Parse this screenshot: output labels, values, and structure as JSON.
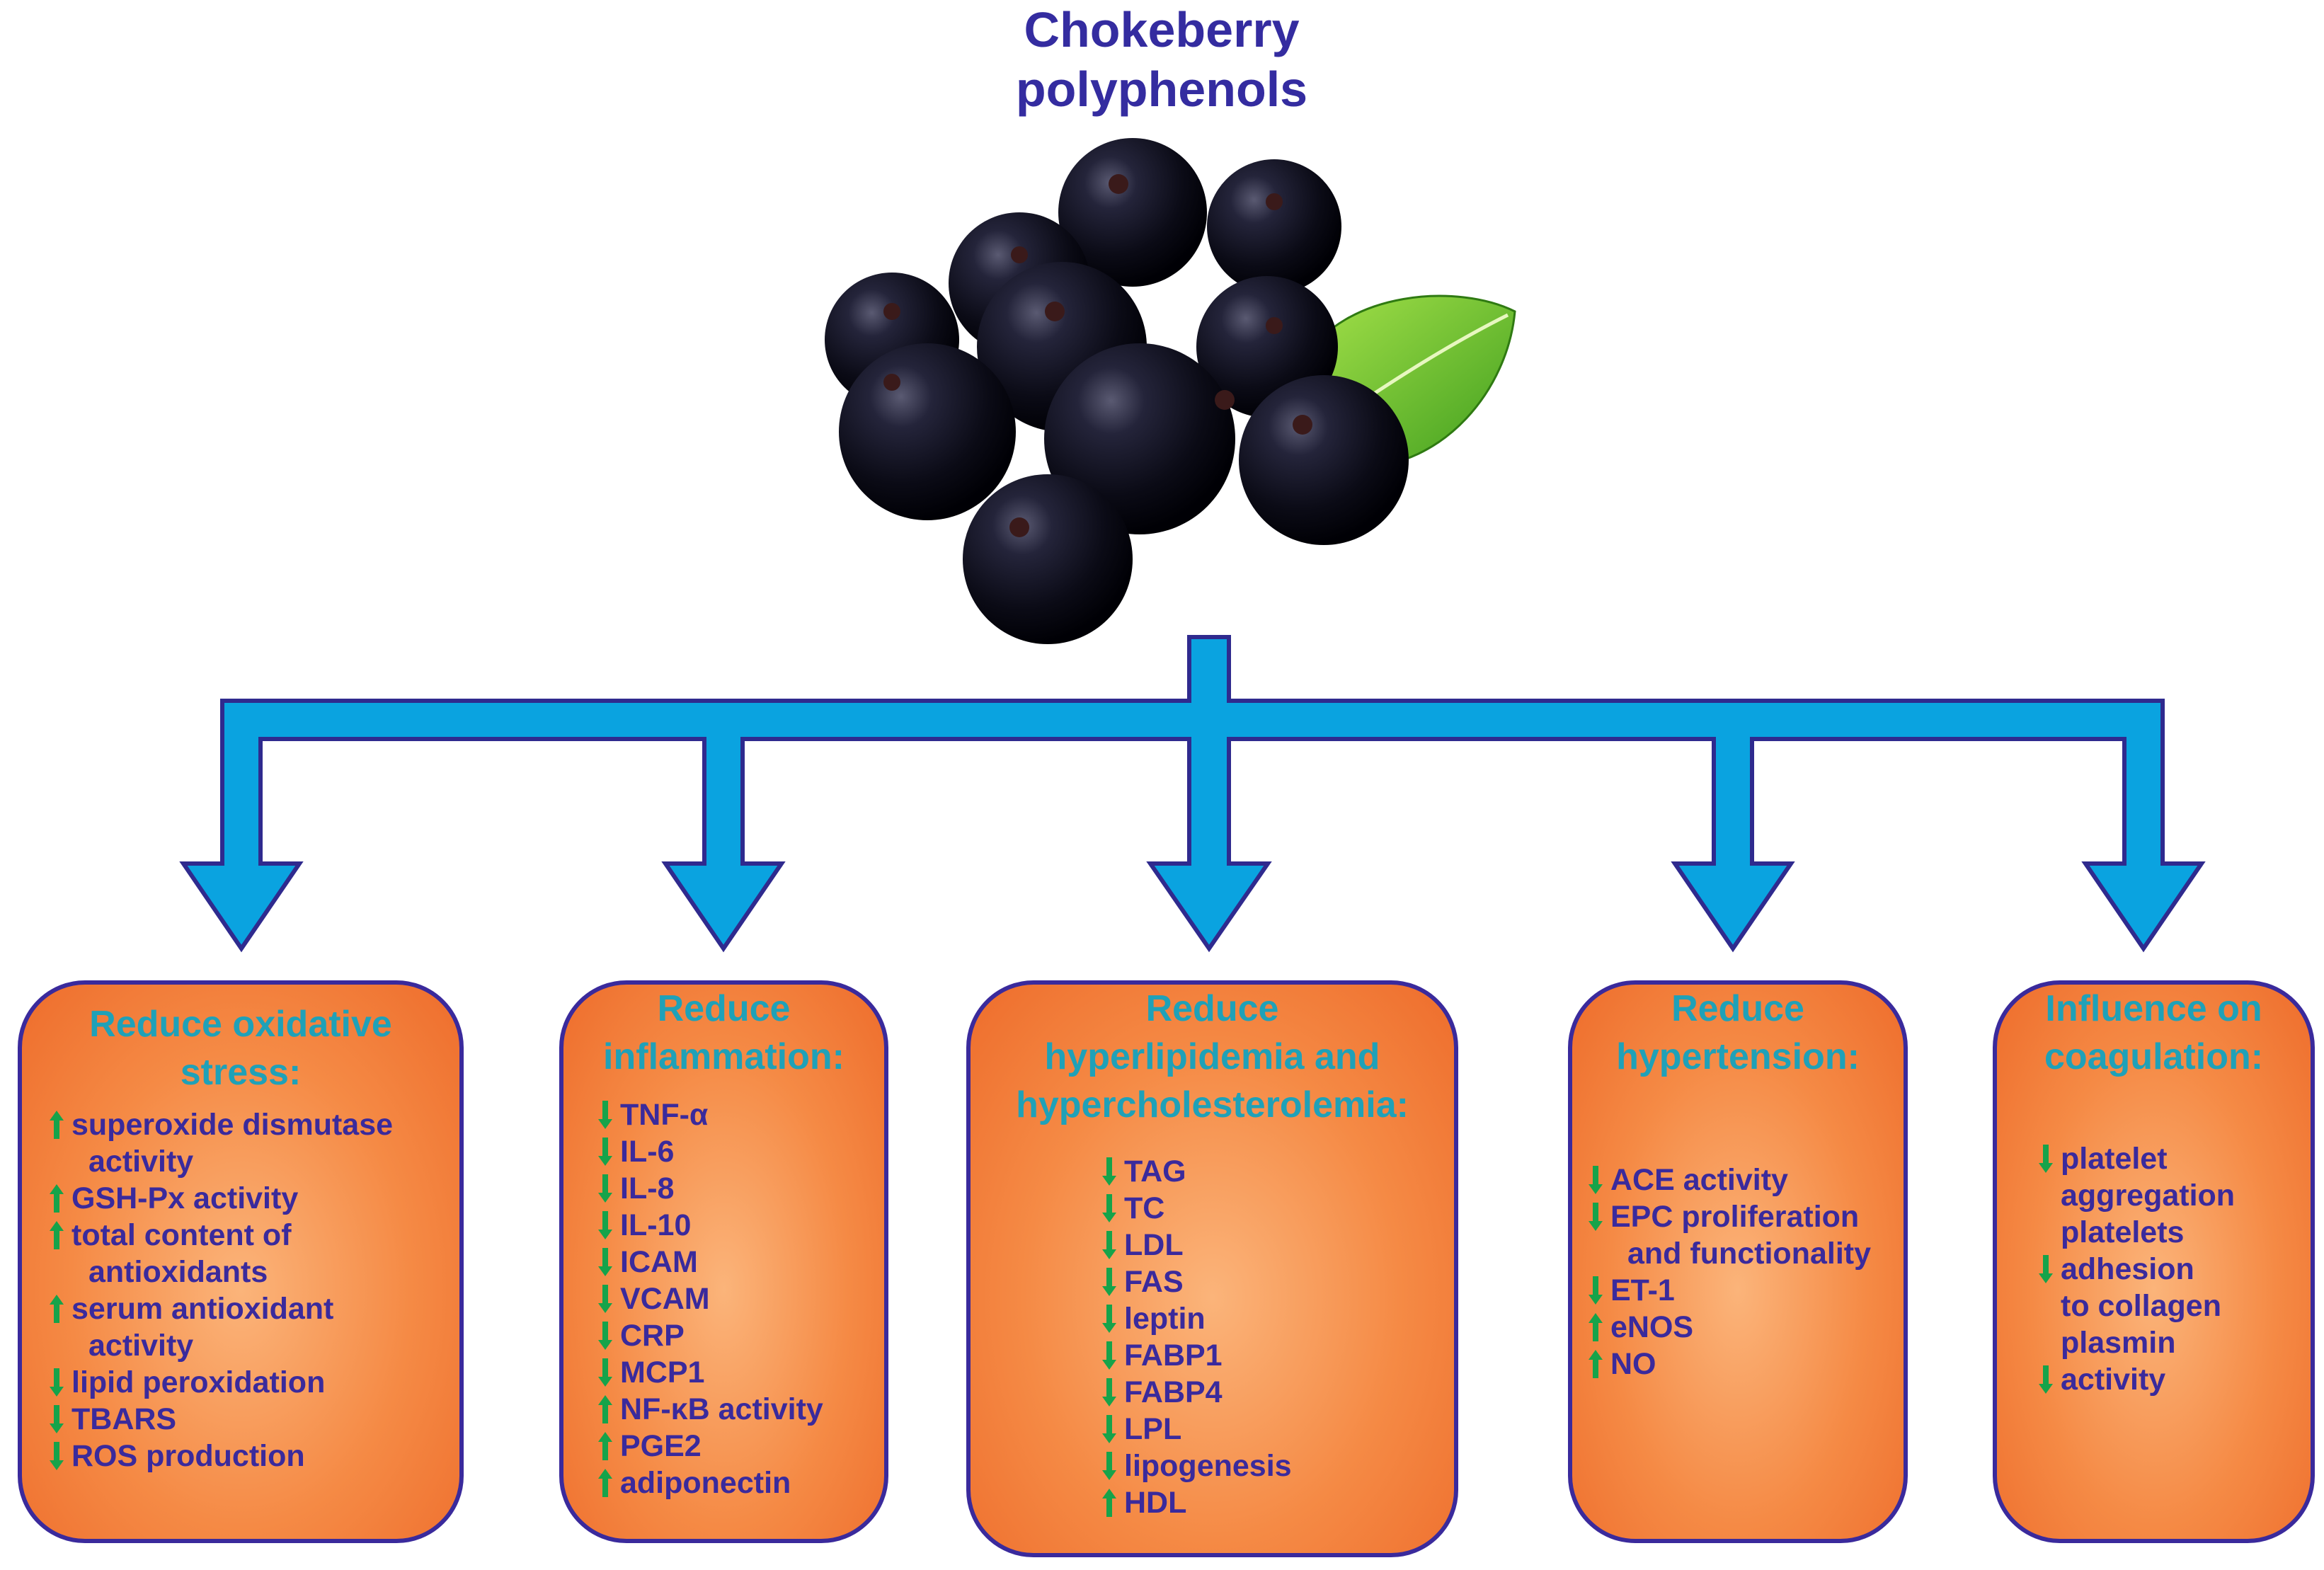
{
  "title": {
    "line1": "Chokeberry",
    "line2": "polyphenols"
  },
  "colors": {
    "title": "#342ca0",
    "box_title": "#1fa1b8",
    "item_text": "#3a2a9c",
    "arrow_fill": "#0aa3e0",
    "arrow_stroke": "#2f2a8e",
    "box_border": "#3a2a9c",
    "box_fill": "#f58a45",
    "indicator": "#16a34a"
  },
  "boxes": [
    {
      "title": [
        "Reduce oxidative",
        "stress:"
      ],
      "items": [
        {
          "dir": "up",
          "lines": [
            "superoxide dismutase",
            "activity"
          ]
        },
        {
          "dir": "up",
          "lines": [
            "GSH-Px activity"
          ]
        },
        {
          "dir": "up",
          "lines": [
            "total content of",
            "antioxidants"
          ]
        },
        {
          "dir": "up",
          "lines": [
            "serum antioxidant",
            "activity"
          ]
        },
        {
          "dir": "down",
          "lines": [
            "lipid peroxidation"
          ]
        },
        {
          "dir": "down",
          "lines": [
            "TBARS"
          ]
        },
        {
          "dir": "down",
          "lines": [
            "ROS production"
          ]
        }
      ]
    },
    {
      "title": [
        "Reduce",
        "inflammation:"
      ],
      "items": [
        {
          "dir": "down",
          "lines": [
            "TNF-α"
          ]
        },
        {
          "dir": "down",
          "lines": [
            "IL-6"
          ]
        },
        {
          "dir": "down",
          "lines": [
            "IL-8"
          ]
        },
        {
          "dir": "down",
          "lines": [
            "IL-10"
          ]
        },
        {
          "dir": "down",
          "lines": [
            "ICAM"
          ]
        },
        {
          "dir": "down",
          "lines": [
            "VCAM"
          ]
        },
        {
          "dir": "down",
          "lines": [
            "CRP"
          ]
        },
        {
          "dir": "down",
          "lines": [
            "MCP1"
          ]
        },
        {
          "dir": "up",
          "lines": [
            "NF-κB activity"
          ]
        },
        {
          "dir": "up",
          "lines": [
            "PGE2"
          ]
        },
        {
          "dir": "up",
          "lines": [
            "adiponectin"
          ]
        }
      ]
    },
    {
      "title": [
        "Reduce",
        "hyperlipidemia and",
        "hypercholesterolemia:"
      ],
      "items": [
        {
          "dir": "down",
          "lines": [
            "TAG"
          ]
        },
        {
          "dir": "down",
          "lines": [
            "TC"
          ]
        },
        {
          "dir": "down",
          "lines": [
            "LDL"
          ]
        },
        {
          "dir": "down",
          "lines": [
            "FAS"
          ]
        },
        {
          "dir": "down",
          "lines": [
            "leptin"
          ]
        },
        {
          "dir": "down",
          "lines": [
            "FABP1"
          ]
        },
        {
          "dir": "down",
          "lines": [
            "FABP4"
          ]
        },
        {
          "dir": "down",
          "lines": [
            "LPL"
          ]
        },
        {
          "dir": "down",
          "lines": [
            "lipogenesis"
          ]
        },
        {
          "dir": "up",
          "lines": [
            "HDL"
          ]
        }
      ]
    },
    {
      "title": [
        "Reduce",
        "hypertension:"
      ],
      "items": [
        {
          "dir": "down",
          "lines": [
            "ACE activity"
          ]
        },
        {
          "dir": "down",
          "lines": [
            "EPC proliferation",
            "and functionality"
          ]
        },
        {
          "dir": "down",
          "lines": [
            "ET-1"
          ]
        },
        {
          "dir": "up",
          "lines": [
            "eNOS"
          ]
        },
        {
          "dir": "up",
          "lines": [
            "NO"
          ]
        }
      ]
    },
    {
      "title": [
        "Influence on",
        "coagulation:"
      ],
      "items": [
        {
          "dir": "down",
          "lines": [
            "platelet",
            "aggregation"
          ]
        },
        {
          "dir": "down",
          "lines": [
            "platelets",
            "adhesion",
            "to collagen"
          ]
        },
        {
          "dir": "down",
          "lines": [
            "plasmin",
            "activity"
          ]
        }
      ]
    }
  ]
}
